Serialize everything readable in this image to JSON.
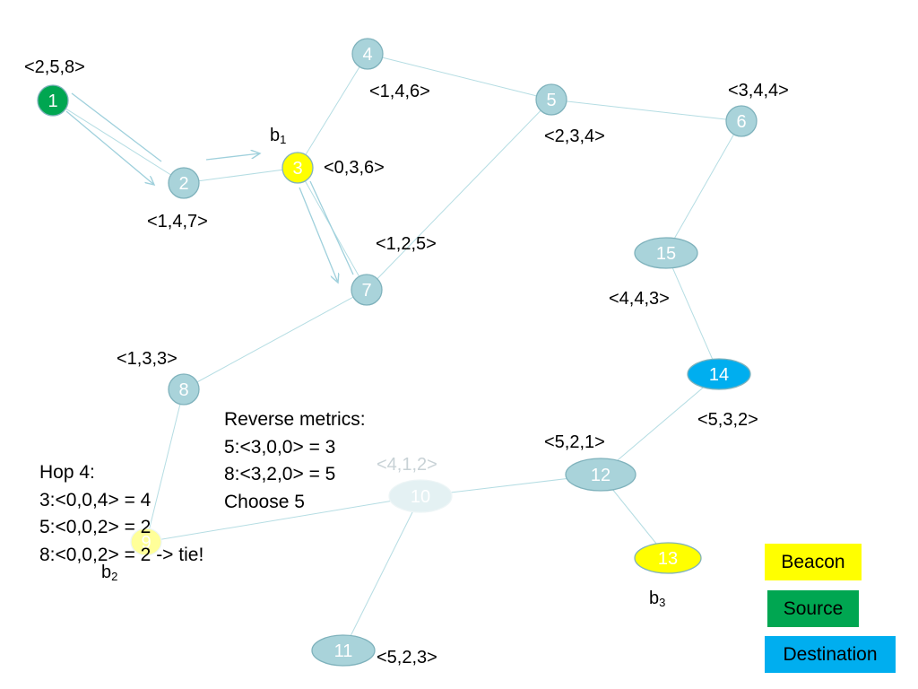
{
  "colors": {
    "node_default": "#a9d3da",
    "node_stroke": "#7fb2bc",
    "edge": "#b5dde3",
    "arrow": "#9fd0dc",
    "beacon": "#ffff00",
    "source": "#00a651",
    "destination": "#00aeef",
    "faded_node": "#e4f1f3",
    "faded_beacon": "#ffff99"
  },
  "nodes": [
    {
      "id": "1",
      "role": "source"
    },
    {
      "id": "2",
      "role": "normal"
    },
    {
      "id": "3",
      "role": "beacon"
    },
    {
      "id": "4",
      "role": "normal"
    },
    {
      "id": "5",
      "role": "normal"
    },
    {
      "id": "6",
      "role": "normal"
    },
    {
      "id": "7",
      "role": "normal"
    },
    {
      "id": "8",
      "role": "normal"
    },
    {
      "id": "9",
      "role": "beacon-faded"
    },
    {
      "id": "10",
      "role": "faded"
    },
    {
      "id": "11",
      "role": "normal"
    },
    {
      "id": "12",
      "role": "normal"
    },
    {
      "id": "13",
      "role": "beacon"
    },
    {
      "id": "14",
      "role": "destination"
    },
    {
      "id": "15",
      "role": "normal"
    }
  ],
  "edges": [
    [
      "1",
      "2"
    ],
    [
      "2",
      "3"
    ],
    [
      "3",
      "4"
    ],
    [
      "3",
      "7"
    ],
    [
      "4",
      "5"
    ],
    [
      "5",
      "6"
    ],
    [
      "5",
      "7"
    ],
    [
      "6",
      "15"
    ],
    [
      "15",
      "14"
    ],
    [
      "7",
      "8"
    ],
    [
      "8",
      "9"
    ],
    [
      "9",
      "10"
    ],
    [
      "10",
      "11"
    ],
    [
      "10",
      "12"
    ],
    [
      "12",
      "13"
    ],
    [
      "12",
      "14"
    ]
  ],
  "metrics": {
    "n1": "<2,5,8>",
    "n2": "<1,4,7>",
    "n3": "<0,3,6>",
    "n4": "<1,4,6>",
    "n5": "<2,3,4>",
    "n6": "<3,4,4>",
    "n7": "<1,2,5>",
    "n8": "<1,3,3>",
    "n10": "<4,1,2>",
    "n11": "<5,2,3>",
    "n12": "<5,2,1>",
    "n14": "<5,3,2>",
    "n15": "<4,4,3>"
  },
  "beacon_labels": {
    "b1": {
      "base": "b",
      "sub": "1"
    },
    "b2": {
      "base": "b",
      "sub": "2"
    },
    "b3": {
      "base": "b",
      "sub": "3"
    }
  },
  "reverse_metrics": {
    "title": "Reverse metrics:",
    "line1": "5:<3,0,0> = 3",
    "line2": "8:<3,2,0> = 5",
    "line3": "Choose 5"
  },
  "hop": {
    "title": "Hop 4:",
    "line1": "3:<0,0,4> = 4",
    "line2": "5:<0,0,2> = 2",
    "line3": "8:<0,0,2> = 2 -> tie!"
  },
  "legend": {
    "beacon": "Beacon",
    "source": "Source",
    "destination": "Destination"
  }
}
